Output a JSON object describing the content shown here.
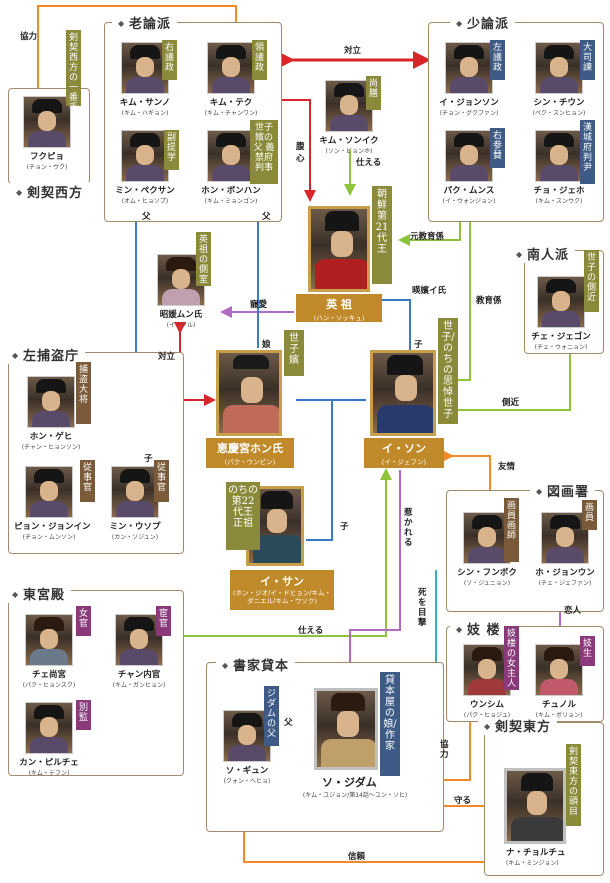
{
  "groups": {
    "noron": "老論派",
    "soron": "少論派",
    "namin": "南人派",
    "sapodo": "左捕盗庁",
    "togu": "東宮殿",
    "shoka": "書家貸本",
    "zugasho": "図画署",
    "gisaeng": "妓 楼",
    "gekei_west": "剣契西方",
    "gekei_east": "剣契東方"
  },
  "people": {
    "fukupyo": {
      "name": "フクピョ",
      "actor": "(チョン・ウク)",
      "role": "剣契西方の一番手"
    },
    "kim_sanno": {
      "name": "キム・サンノ",
      "actor": "(キム・ハギョン)",
      "role": "右議政"
    },
    "kim_teku": {
      "name": "キム・テク",
      "actor": "(キム・チャンワン)",
      "role": "領議政"
    },
    "min_pekusan": {
      "name": "ミン・ペクサン",
      "actor": "(オム・ヒョソプ)",
      "role": "副提学"
    },
    "hon_bonhan": {
      "name": "ホン・ボンハン",
      "actor": "(キム・ミョンゴン)",
      "role": "世子嬪の父 義禁府判事"
    },
    "kim_sonikku": {
      "name": "キム・ソンイク",
      "actor": "(ソン・ビョンホ)",
      "role": "尚膳"
    },
    "i_jonson": {
      "name": "イ・ジョンソン",
      "actor": "(チョン・グクファン)",
      "role": "左議政"
    },
    "shin_chiun": {
      "name": "シン・チウン",
      "actor": "(ペク・スンヒョン)",
      "role": "大司諫"
    },
    "paku_munsu": {
      "name": "パク・ムンス",
      "actor": "(イ・ウォンジョン)",
      "role": "右参賛"
    },
    "cho_jeho": {
      "name": "チョ・ジェホ",
      "actor": "(キム・スンウク)",
      "role": "漢城府判尹"
    },
    "yonjo": {
      "name": "英 祖",
      "actor": "(ハン・ソッキュ)",
      "role": "朝鮮 第21代王"
    },
    "chae_jegon": {
      "name": "チェ・ジェゴン",
      "actor": "(チェ・ウォニョン)",
      "role": "世子の側近"
    },
    "munshi": {
      "name": "昭媛ムン氏",
      "actor": "(イ・ソル)",
      "role": "英祖の側室"
    },
    "hon_gehi": {
      "name": "ホン・ゲヒ",
      "actor": "(チャン・ヒョンソン)",
      "role": "捕盗大将"
    },
    "hyegyong": {
      "name": "恵慶宮ホン氏",
      "actor": "(パク・ウンビン)",
      "role": "世子嬪"
    },
    "i_son": {
      "name": "イ・ソン",
      "actor": "(イ・ジェフン)",
      "role": "世子/のちの思悼世子"
    },
    "pyon_jonin": {
      "name": "ピョン・ジョンイン",
      "actor": "(チョン・ムンソン)",
      "role": "従事官"
    },
    "min_usopu": {
      "name": "ミン・ウソプ",
      "actor": "(カン・ソジュン)",
      "role": "従事官"
    },
    "i_san": {
      "name": "イ・サン",
      "actor": "(ホン・ジオ/イ・ドヒョン/キム・ダニエル/キム・ウソク)",
      "role": "のちの第22代王 正祖"
    },
    "shin_funboku": {
      "name": "シン・フンボク",
      "actor": "(ソ・ジュニョン)",
      "role": "画員画師"
    },
    "ho_jonun": {
      "name": "ホ・ジョンウン",
      "actor": "(チェ・ジェファン)",
      "role": "画員"
    },
    "chue": {
      "name": "チェ尚宮",
      "actor": "(パク・ヒョンスク)",
      "role": "女官"
    },
    "chan_naikan": {
      "name": "チャン内官",
      "actor": "(キム・ガンヒョン)",
      "role": "宦官"
    },
    "kan_piruche": {
      "name": "カン・ピルチェ",
      "actor": "(キム・テフン)",
      "role": "別監"
    },
    "unshimu": {
      "name": "ウンシム",
      "actor": "(パク・ヒョジュ)",
      "role": "妓楼の女主人"
    },
    "chunoru": {
      "name": "チュノル",
      "actor": "(キム・ボリョン)",
      "role": "妓生"
    },
    "so_gyun": {
      "name": "ソ・ギュン",
      "actor": "(クォン・ヘヒョ)",
      "role": "ジダムの父"
    },
    "so_jidamu": {
      "name": "ソ・ジダム",
      "actor": "(キム・ユジョン/第14話〜ユン・ソヒ)",
      "role": "貸本屋の娘/作家"
    },
    "na_choruchu": {
      "name": "ナ・チョルチュ",
      "actor": "(キム・ミンジョン)",
      "role": "剣契東方の頭目"
    }
  },
  "relations": {
    "kyoryoku1": "協力",
    "tairitsu1": "対立",
    "tairitsu2": "対立",
    "chikai1": "父",
    "chikai2": "父",
    "oyaku": "腹心",
    "tsukaeru1": "仕える",
    "gen_kyoiku": "元教育係",
    "kyoiku": "教育係",
    "choai": "寵愛",
    "shinpi": "暎嬪イ氏",
    "musume": "娘",
    "ko1": "子",
    "sokkin": "側近",
    "ko2": "子",
    "ko3": "子",
    "yujo": "友情",
    "hikareru": "惹かれる",
    "shi_wo_mokugeki": "死を目撃",
    "tsukaeru2": "仕える",
    "koibito": "恋人",
    "chichi3": "父",
    "kyoryoku2": "協力",
    "mamoru": "守る",
    "shinrai": "信頼"
  },
  "icons": {
    "group_marker": "diamond-icon"
  }
}
